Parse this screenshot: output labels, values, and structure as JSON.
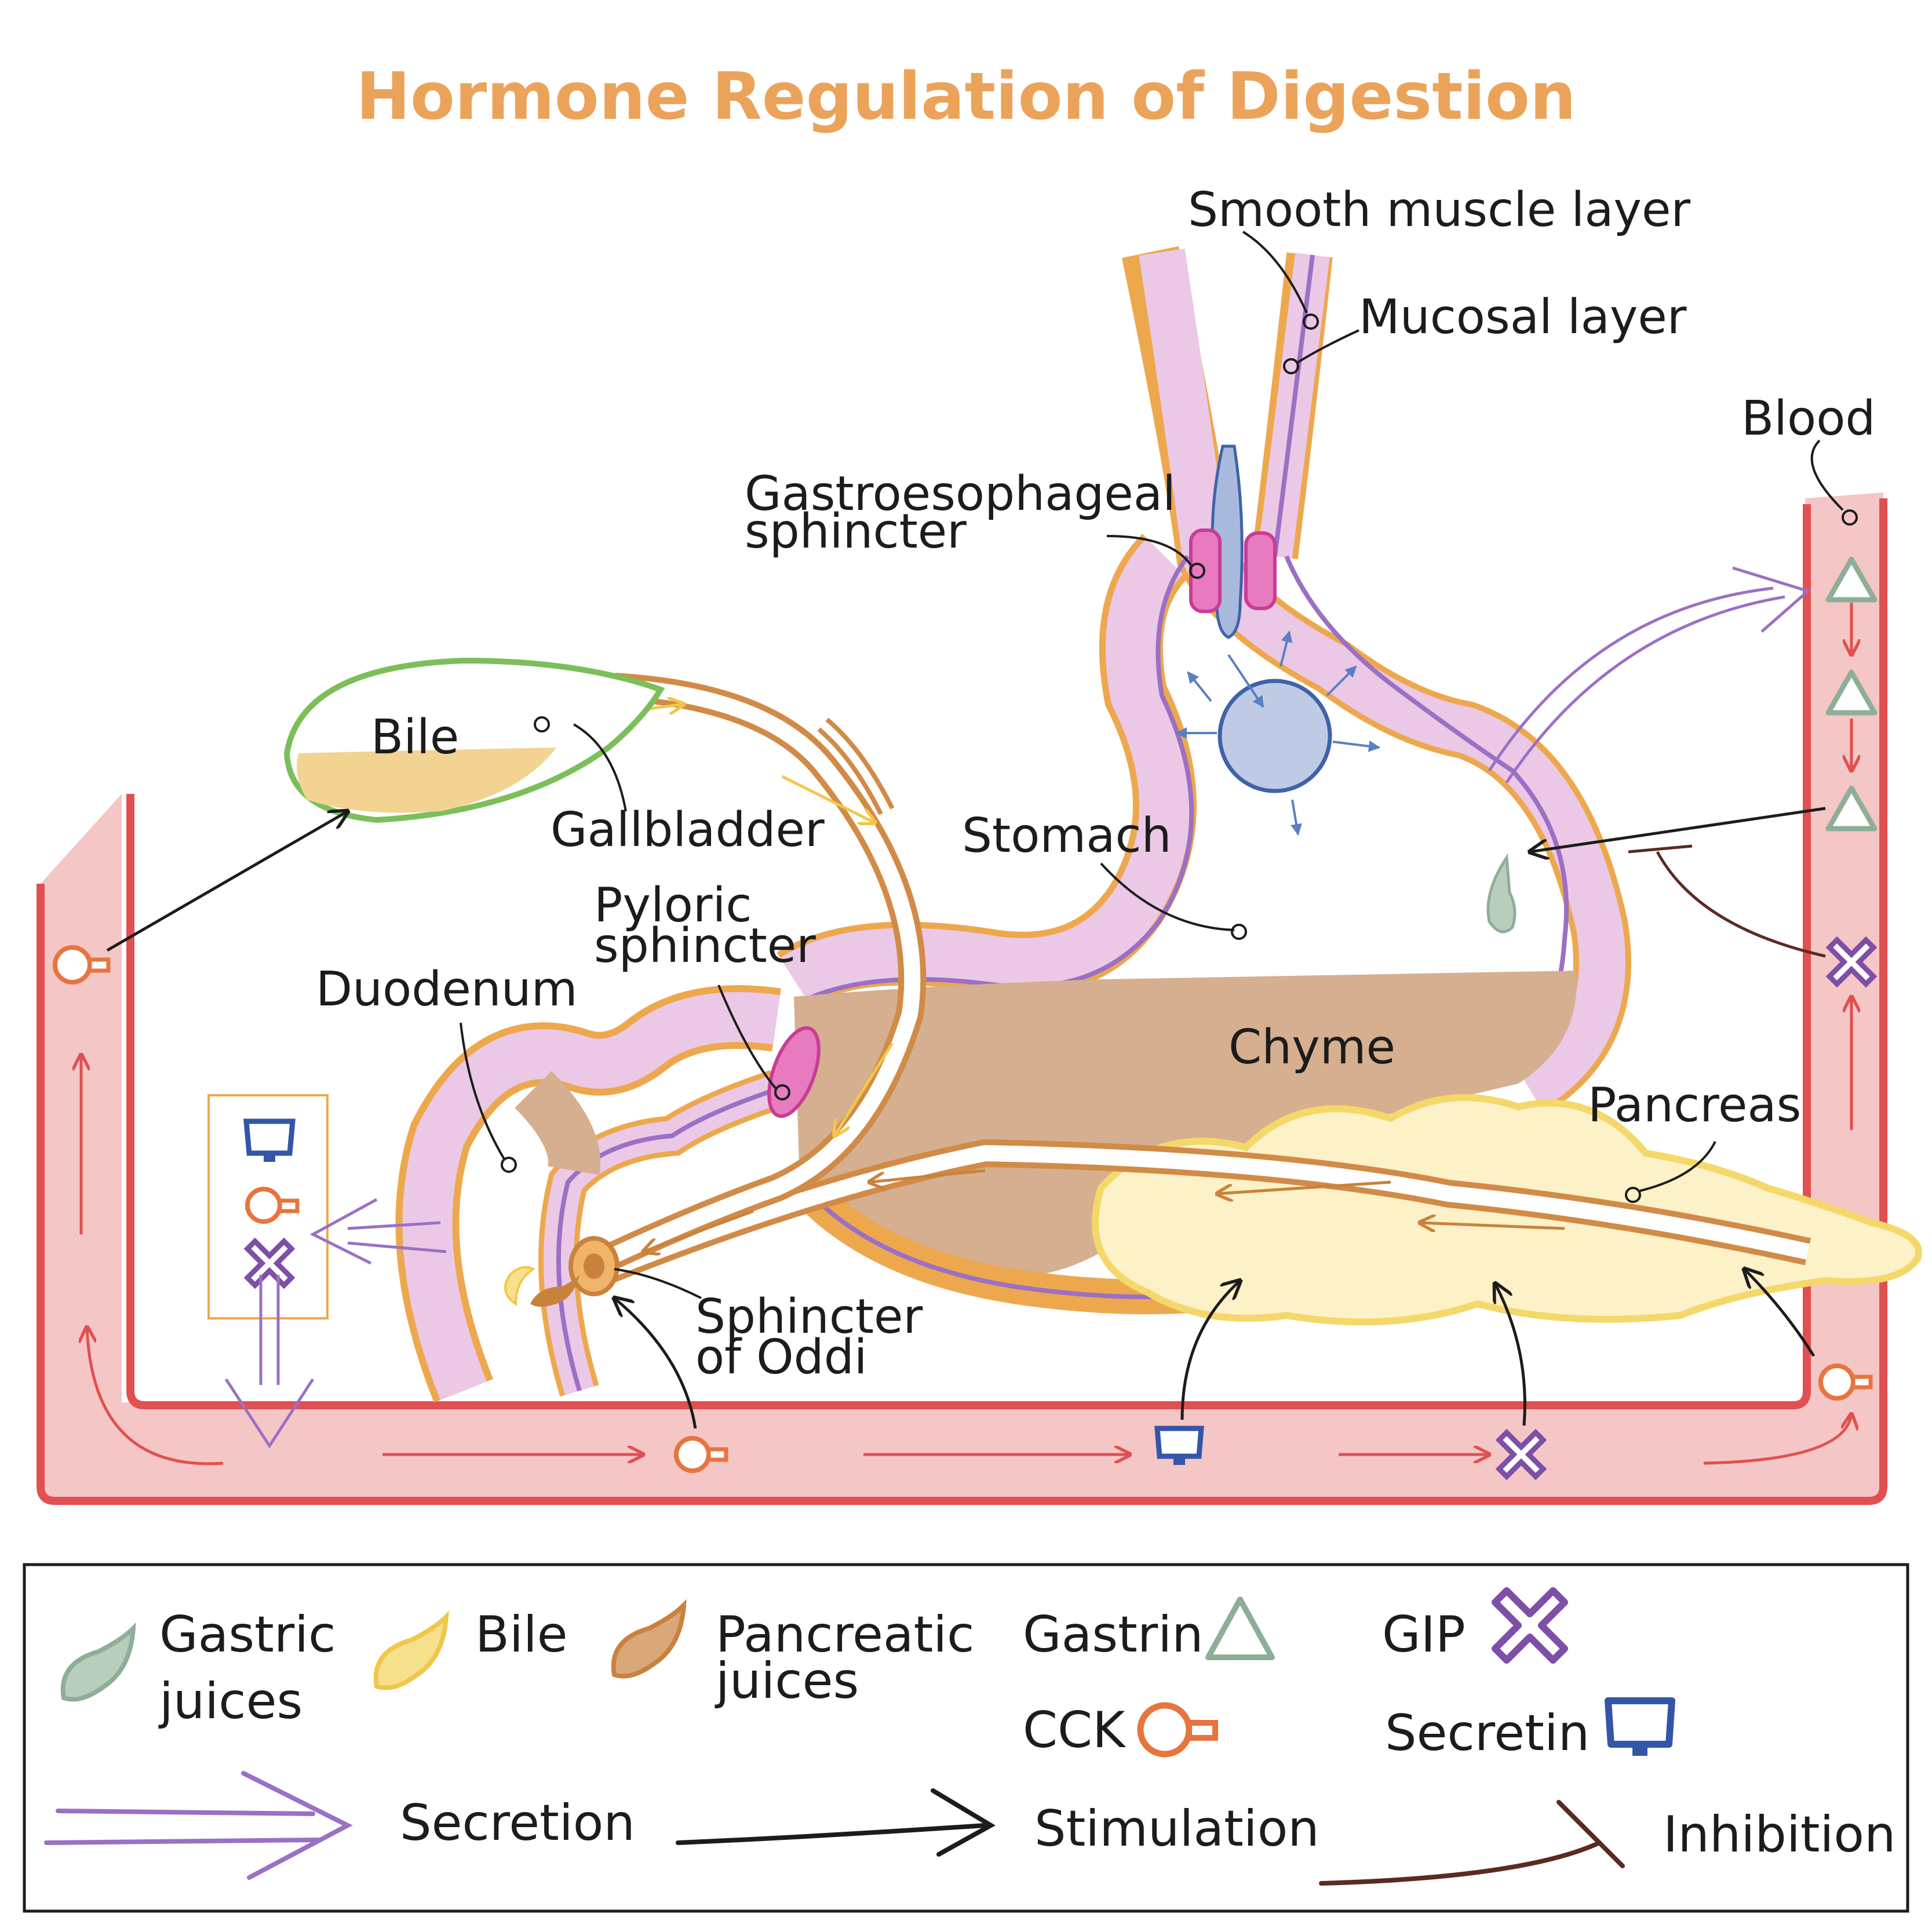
{
  "title": "Hormone Regulation of Digestion",
  "labels": {
    "smooth_muscle_layer": "Smooth muscle layer",
    "mucosal_layer": "Mucosal layer",
    "blood": "Blood",
    "gastroesophageal_1": "Gastroesophageal",
    "gastroesophageal_2": "sphincter",
    "bile": "Bile",
    "gallbladder": "Gallbladder",
    "stomach": "Stomach",
    "pyloric_1": "Pyloric",
    "pyloric_2": "sphincter",
    "duodenum": "Duodenum",
    "chyme": "Chyme",
    "pancreas": "Pancreas",
    "oddi_1": "Sphincter",
    "oddi_2": "of Oddi"
  },
  "legend": {
    "gastric_1": "Gastric",
    "gastric_2": "juices",
    "bile": "Bile",
    "pancreatic_1": "Pancreatic",
    "pancreatic_2": "juices",
    "gastrin": "Gastrin",
    "gip": "GIP",
    "cck": "CCK",
    "secretin": "Secretin",
    "secretion": "Secretion",
    "stimulation": "Stimulation",
    "inhibition": "Inhibition"
  },
  "icons": {
    "gastric_juice": "green-droplet-icon",
    "bile": "yellow-droplet-icon",
    "pancreatic_juice": "brown-droplet-icon",
    "gastrin": "triangle-icon",
    "gip": "x-icon",
    "cck": "cck-key-icon",
    "secretin": "secretin-cup-icon"
  },
  "colors": {
    "title": "#EBA35A",
    "blood_vessel": "#E05050",
    "blood_fill": "#F5C6C6",
    "mucosa": "#EBC8E6",
    "smooth_muscle": "#EDA84E",
    "chyme": "#D5AF8F",
    "pancreas": "#FDF1C8",
    "gallbladder_outline": "#7CBF5A",
    "bile": "#F2D392",
    "gastrin": "#8FAE98",
    "gip": "#7E4FA6",
    "cck": "#E8743E",
    "secretin": "#3456A8",
    "secretion_arrow": "#9B70C4",
    "stimulation_arrow": "#1c1c1c",
    "inhibition_arrow": "#5B2A22"
  }
}
